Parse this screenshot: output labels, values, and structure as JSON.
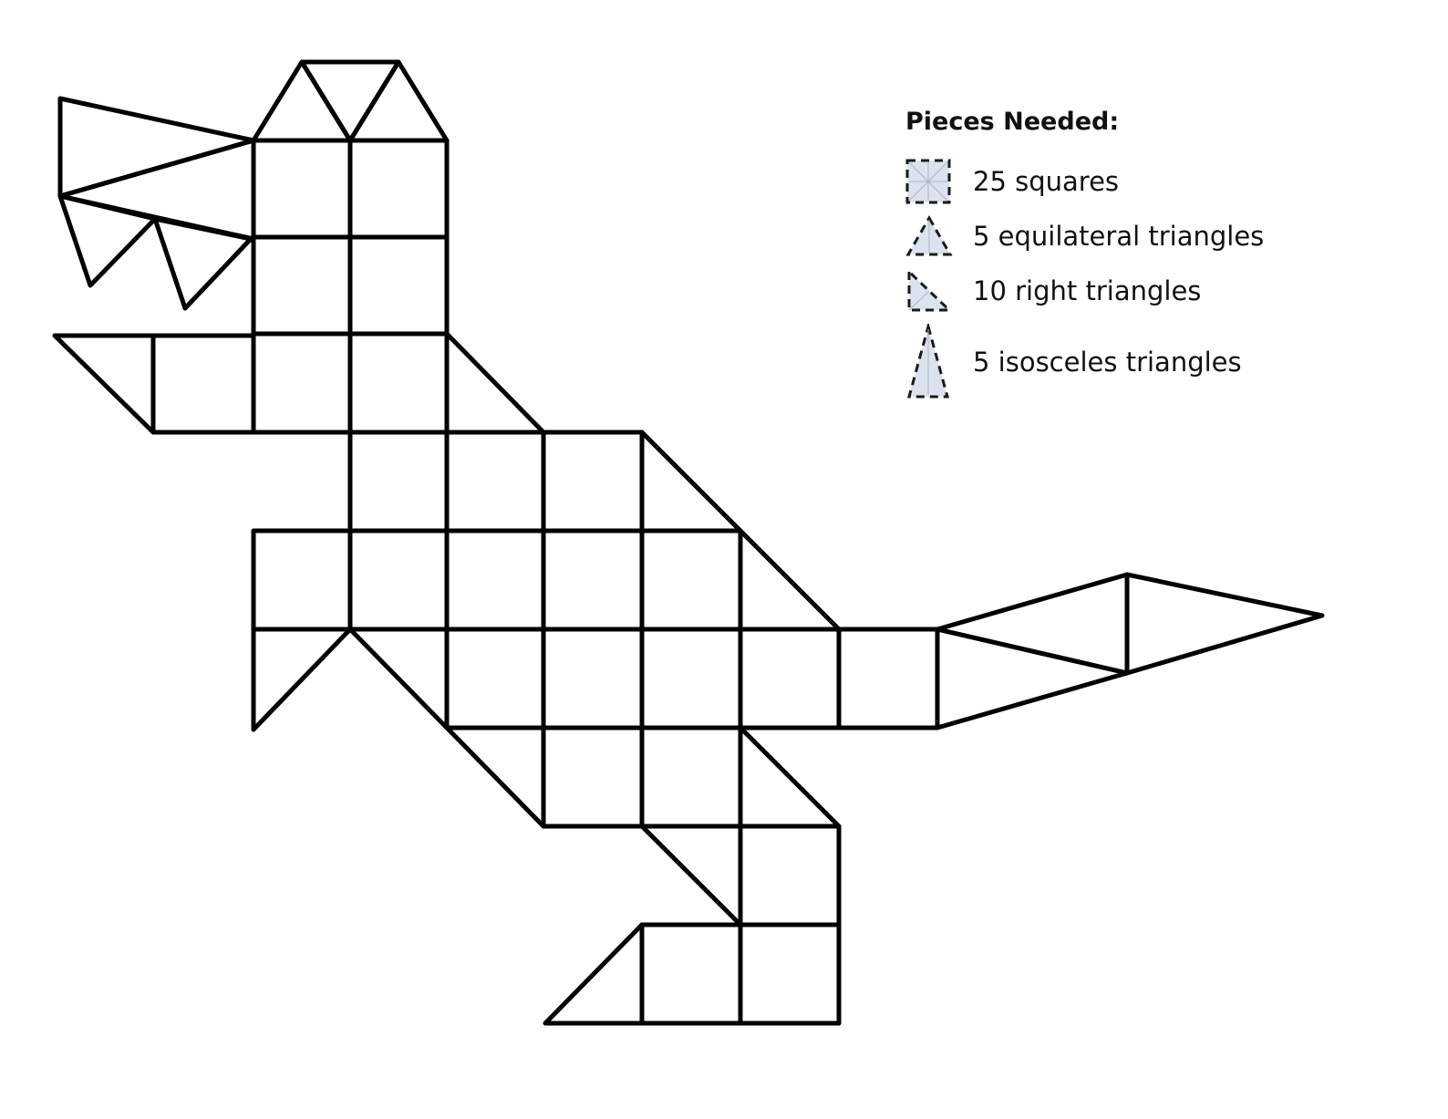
{
  "legend": {
    "title": "Pieces Needed:",
    "items": [
      {
        "shape": "square-icon",
        "label": "25 squares"
      },
      {
        "shape": "equilateral-triangle-icon",
        "label": "5 equilateral triangles"
      },
      {
        "shape": "right-triangle-icon",
        "label": "10 right triangles"
      },
      {
        "shape": "isosceles-triangle-icon",
        "label": "5 isosceles triangles"
      }
    ]
  },
  "colors": {
    "outline": "#000000",
    "icon_fill": "#dbe3ee",
    "icon_stroke": "#1a1a1a"
  }
}
